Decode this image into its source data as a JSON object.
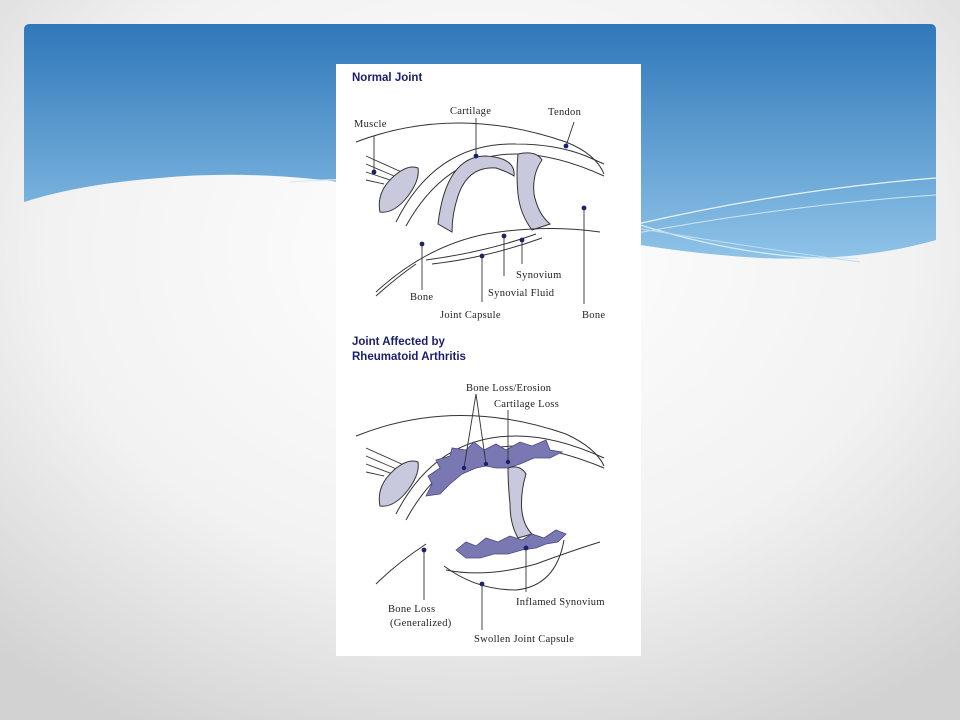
{
  "slide": {
    "colors": {
      "band_top": "#2f78b9",
      "band_bottom": "#8fc3e8",
      "page_bottom": "#d8d8d8",
      "ink": "#1a1f6e",
      "cartilage": "#c9c9dd",
      "erosion": "#7a78b2"
    }
  },
  "figure": {
    "normal": {
      "heading": "Normal Joint",
      "labels": {
        "muscle": "Muscle",
        "cartilage": "Cartilage",
        "tendon": "Tendon",
        "synovium": "Synovium",
        "synovial_fluid": "Synovial Fluid",
        "bone_left": "Bone",
        "joint_capsule": "Joint Capsule",
        "bone_right": "Bone"
      }
    },
    "ra": {
      "heading_line1": "Joint Affected by",
      "heading_line2": "Rheumatoid Arthritis",
      "labels": {
        "bone_loss_erosion": "Bone Loss/Erosion",
        "cartilage_loss": "Cartilage Loss",
        "bone_loss_line1": "Bone Loss",
        "bone_loss_line2": "(Generalized)",
        "inflamed_synovium": "Inflamed Synovium",
        "swollen_joint_capsule": "Swollen Joint Capsule"
      }
    }
  }
}
